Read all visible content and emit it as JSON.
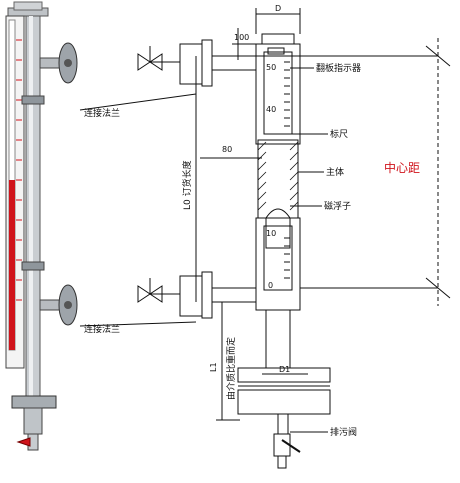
{
  "labels": {
    "dim_d": "D",
    "dim_100": "100",
    "dim_80": "80",
    "dim_d1": "D1",
    "dim_l0": "L0 订货长度",
    "dim_l1": "L1",
    "dim_l1_note": "由介质比重而定",
    "flip_indicator": "翻板指示器",
    "scale": "标尺",
    "main_body": "主体",
    "magnetic_float": "磁浮子",
    "center_distance": "中心距",
    "connect_flange_top": "连接法兰",
    "connect_flange_bottom": "连接法兰",
    "drain_valve": "排污阀"
  },
  "scale_marks": {
    "top": "50",
    "upper": "40",
    "lower": "10",
    "bottom": "0"
  },
  "colors": {
    "line": "#111111",
    "accent_red": "#d0141c",
    "steel": "#9aa0a6"
  }
}
